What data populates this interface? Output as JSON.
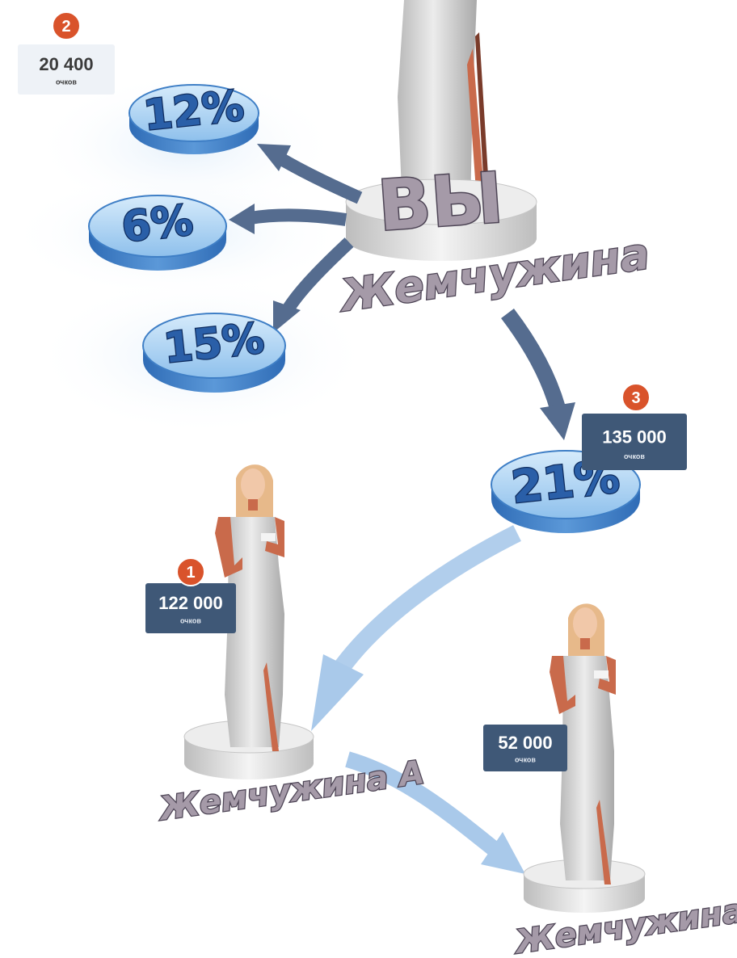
{
  "colors": {
    "disc_top": "#9cc9ef",
    "disc_side": "#3f7fc6",
    "disc_label": "#2a5fa8",
    "arrow_dark": "#556c8f",
    "arrow_light": "#a9c9ea",
    "score_box": "#3f5877",
    "badge": "#d9532b",
    "dress": "#d9d9d9",
    "skin": "#c96a4b",
    "hair": "#e7b98a",
    "pedestal": "#e5e5e5"
  },
  "you": {
    "title": "ВЫ",
    "name": "Жемчужина"
  },
  "commissions": [
    {
      "id": "c12",
      "label": "12%"
    },
    {
      "id": "c6",
      "label": "6%"
    },
    {
      "id": "c15",
      "label": "15%"
    },
    {
      "id": "c21",
      "label": "21%"
    }
  ],
  "scores": [
    {
      "id": "s2",
      "badge": "2",
      "value": "20 400",
      "unit": "очков",
      "style": "light"
    },
    {
      "id": "s3",
      "badge": "3",
      "value": "135 000",
      "unit": "очков",
      "style": "dark"
    },
    {
      "id": "s1",
      "badge": "1",
      "value": "122 000",
      "unit": "очков",
      "style": "dark"
    },
    {
      "id": "sb",
      "badge": "",
      "value": "52 000",
      "unit": "очков",
      "style": "dark"
    }
  ],
  "members": [
    {
      "id": "a",
      "name": "Жемчужина A",
      "icon": "woman-in-gown-icon"
    },
    {
      "id": "b",
      "name": "Жемчужина B",
      "icon": "woman-in-gown-icon"
    }
  ]
}
